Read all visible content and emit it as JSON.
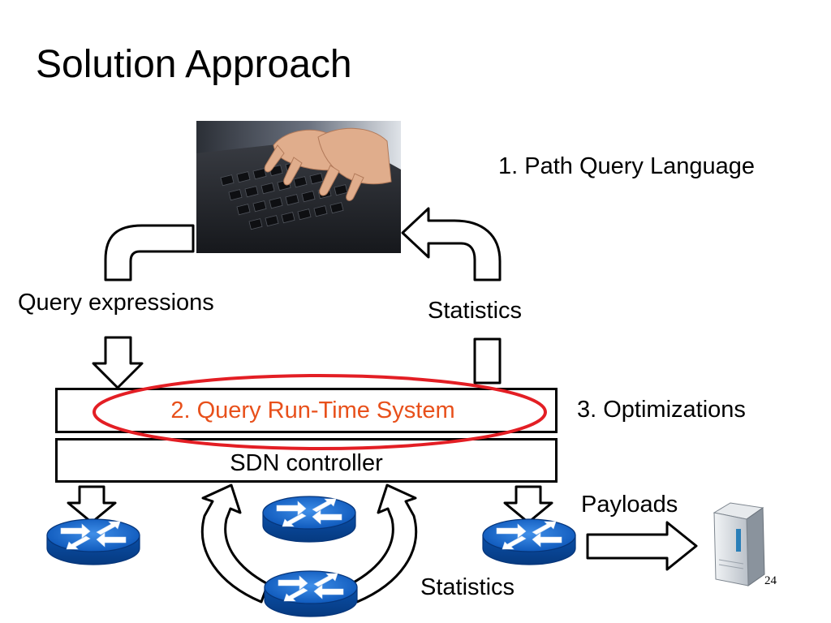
{
  "slide": {
    "title": "Solution Approach",
    "page_number": "24"
  },
  "labels": {
    "path_query_language": "1. Path Query Language",
    "query_expressions": "Query expressions",
    "statistics_top": "Statistics",
    "optimizations": "3. Optimizations",
    "payloads": "Payloads",
    "statistics_bottom": "Statistics"
  },
  "layers": {
    "runtime": "2. Query Run-Time System",
    "controller": "SDN controller"
  },
  "colors": {
    "highlight_ellipse": "#e31e24",
    "runtime_text": "#e8501b",
    "router": "#1565c8"
  },
  "icons": [
    "laptop-typing-photo",
    "router-icon",
    "server-icon"
  ]
}
